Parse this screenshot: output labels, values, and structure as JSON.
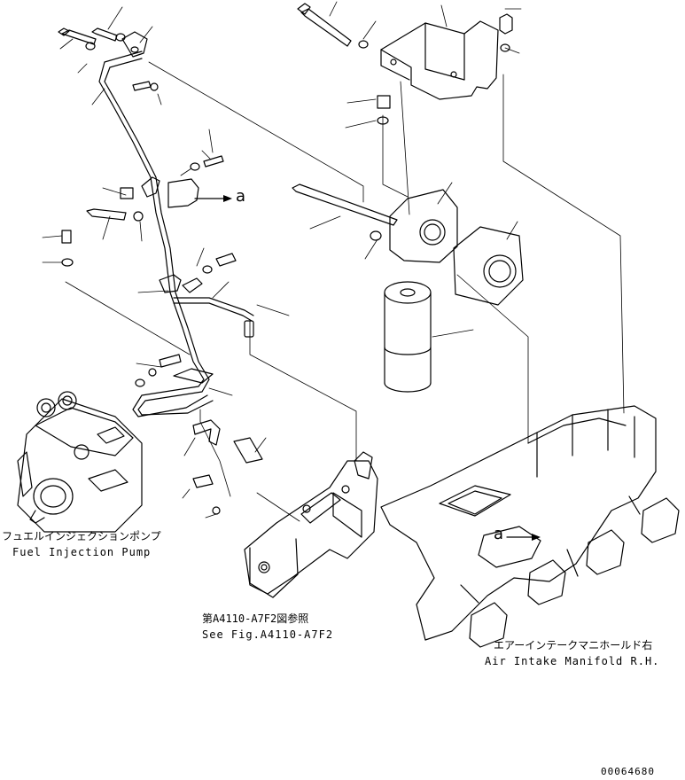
{
  "labels": {
    "fuel_pump_jp": "フュエルインジェクションポンプ",
    "fuel_pump_en": "Fuel Injection Pump",
    "see_fig_jp": "第A4110-A7F2図参照",
    "see_fig_en": "See Fig.A4110-A7F2",
    "manifold_jp": "エアーインテークマニホールド右",
    "manifold_en": "Air Intake Manifold R.H.",
    "drawing_number": "00064680",
    "callout_a_top": "a",
    "callout_a_manifold": "a"
  },
  "colors": {
    "line": "#000000",
    "background": "#ffffff"
  }
}
